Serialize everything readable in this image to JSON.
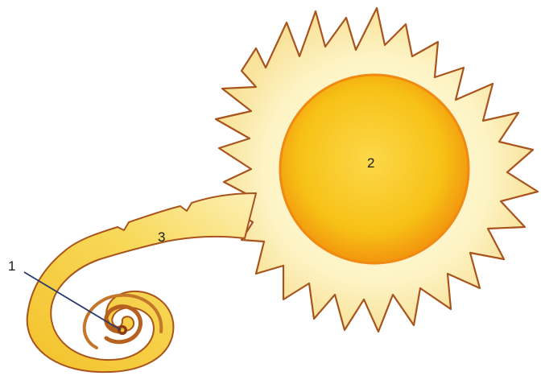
{
  "labels": {
    "spiral_center": "1",
    "sun": "2",
    "stream": "3"
  },
  "colors": {
    "outer_glow": "#fdf0b8",
    "corona_edge": "#a8541c",
    "stream_fill": "#f5c838",
    "sun_edge": "#f08a10",
    "sun_core": "#f7c316",
    "leader_line": "#2a3a6a"
  }
}
